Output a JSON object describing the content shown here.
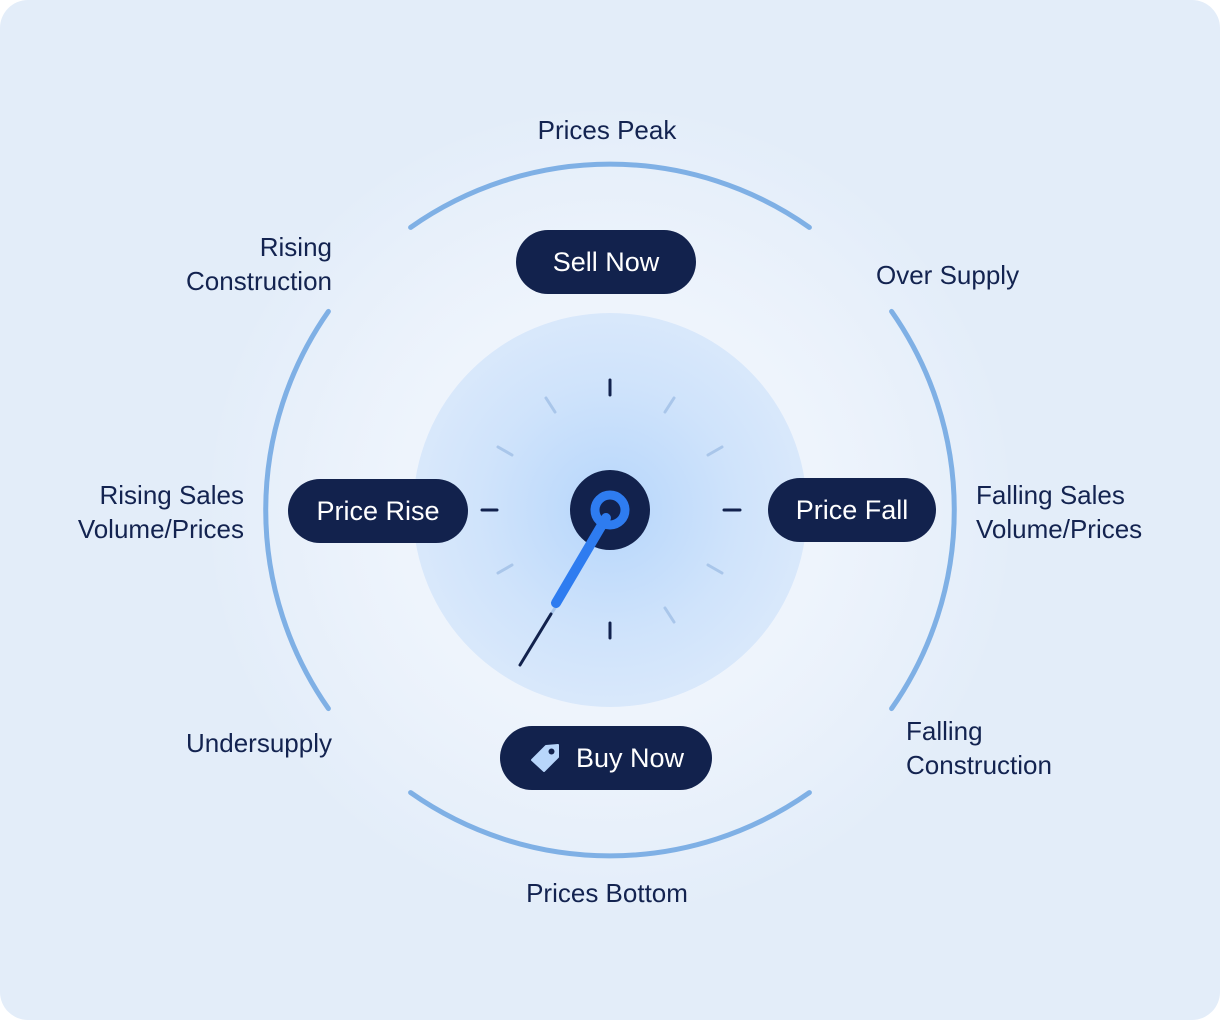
{
  "labels": {
    "top": "Prices Peak",
    "top_left": "Rising\nConstruction",
    "top_right": "Over Supply",
    "left": "Rising Sales\nVolume/Prices",
    "right": "Falling Sales\nVolume/Prices",
    "bottom_left": "Undersupply",
    "bottom_right": "Falling\nConstruction",
    "bottom": "Prices Bottom"
  },
  "actions": {
    "sell": "Sell Now",
    "buy": "Buy Now",
    "rise": "Price Rise",
    "fall": "Price Fall"
  },
  "colors": {
    "arc": "#7fb0e5",
    "dark": "#12224d",
    "accent": "#2e7cf0"
  },
  "icons": {
    "buy": "price-tag-icon"
  }
}
